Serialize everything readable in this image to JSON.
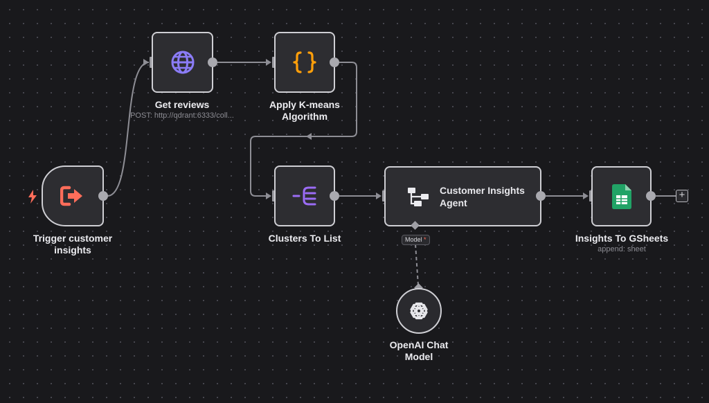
{
  "nodes": {
    "trigger": {
      "title": "Trigger customer insights",
      "icon": "arrow-right-from-bracket-icon"
    },
    "get_reviews": {
      "title": "Get reviews",
      "subtitle": "POST: http://qdrant:6333/coll...",
      "icon": "globe-icon"
    },
    "kmeans": {
      "title": "Apply K-means Algorithm",
      "icon": "code-braces-icon"
    },
    "clusters": {
      "title": "Clusters To List",
      "icon": "split-out-icon"
    },
    "agent": {
      "title": "Customer Insights Agent",
      "icon": "ai-agent-icon"
    },
    "sheets": {
      "title": "Insights To GSheets",
      "subtitle": "append: sheet",
      "icon": "google-sheets-icon"
    },
    "openai": {
      "title": "OpenAI Chat Model",
      "icon": "openai-icon"
    }
  },
  "connectors": {
    "model_label": "Model",
    "model_required": "*"
  },
  "colors": {
    "trigger_accent": "#ff6d5a",
    "globe": "#8b7cf6",
    "code": "#ff9f0a",
    "split": "#9b6cf5",
    "sheets": "#21a366"
  }
}
